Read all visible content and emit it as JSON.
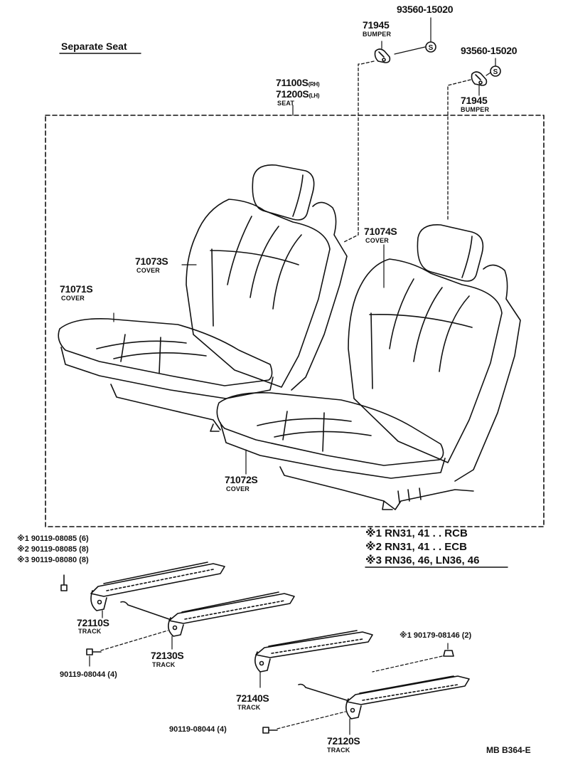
{
  "title": "Separate Seat",
  "parts": {
    "bumper_a": {
      "number": "71945",
      "name": "BUMPER"
    },
    "screw_a": {
      "number": "93560-15020"
    },
    "screw_b": {
      "number": "93560-15020"
    },
    "bumper_b": {
      "number": "71945",
      "name": "BUMPER"
    },
    "seat": {
      "number_rh": "71100S",
      "suffix_rh": "(RH)",
      "number_lh": "71200S",
      "suffix_lh": "(LH)",
      "name": "SEAT"
    },
    "cover_71073": {
      "number": "71073S",
      "name": "COVER"
    },
    "cover_71074": {
      "number": "71074S",
      "name": "COVER"
    },
    "cover_71071": {
      "number": "71071S",
      "name": "COVER"
    },
    "cover_71072": {
      "number": "71072S",
      "name": "COVER"
    },
    "track_72110": {
      "number": "72110S",
      "name": "TRACK"
    },
    "track_72130": {
      "number": "72130S",
      "name": "TRACK"
    },
    "track_72140": {
      "number": "72140S",
      "name": "TRACK"
    },
    "track_72120": {
      "number": "72120S",
      "name": "TRACK"
    }
  },
  "bolts_group": [
    "※1 90119-08085 (6)",
    "※2 90119-08085 (8)",
    "※3 90119-08080 (8)"
  ],
  "bolt_left": "90119-08044 (4)",
  "bolt_bottom": "90119-08044 (4)",
  "nut_right": "※1 90179-08146 (2)",
  "legend": [
    "※1 RN31, 41 . . RCB",
    "※2 RN31, 41 . . ECB",
    "※3 RN36, 46, LN36, 46"
  ],
  "screw_symbol": "S",
  "reference": "MB B364-E"
}
